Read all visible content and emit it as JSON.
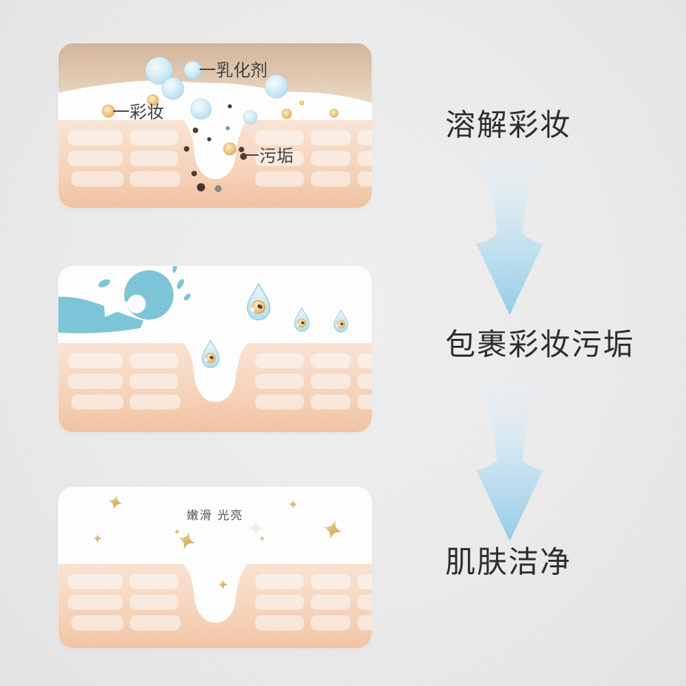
{
  "background_color": "#ebebec",
  "palette": {
    "panel_bg": "#ffffff",
    "makeup_layer_tan": "#e2c9ae",
    "skin_pink": "#f6cfb2",
    "skin_cell": "#fcebdd",
    "bubble_blue": "#b7e0f2",
    "water_blue": "#77c3d7",
    "droplet_blue": "#bfe4f4",
    "makeup_orange": "#eab158",
    "dirt_brown": "#4a3126",
    "sparkle_gold": "#d9a83f",
    "arrow_blue": "#93cde6",
    "text_dark": "#2e2e2e"
  },
  "panels": [
    {
      "name": "dissolve-makeup-illustration",
      "labels": {
        "emulsifier": "一乳化剂",
        "makeup": "一彩妆",
        "dirt": "一污垢"
      }
    },
    {
      "name": "wrap-away-illustration",
      "labels": {}
    },
    {
      "name": "clean-skin-illustration",
      "labels": {
        "caption": "嫩滑  光亮"
      }
    }
  ],
  "steps": [
    {
      "title": "溶解彩妆"
    },
    {
      "title": "包裹彩妆污垢"
    },
    {
      "title": "肌肤洁净"
    }
  ],
  "icons": {
    "bubble-icon": "light-blue emulsifier bubble (circle)",
    "makeup-particle-icon": "orange makeup particle (circle)",
    "dirt-dot-icon": "dark dirt dot (circle)",
    "water-splash-icon": "teal curling water wave with splash drops",
    "droplet-icon": "water drop wrapping an orange makeup particle",
    "sparkle-icon": "gold four-point sparkle",
    "down-arrow-icon": "vertical blue-gradient tapered arrow"
  }
}
